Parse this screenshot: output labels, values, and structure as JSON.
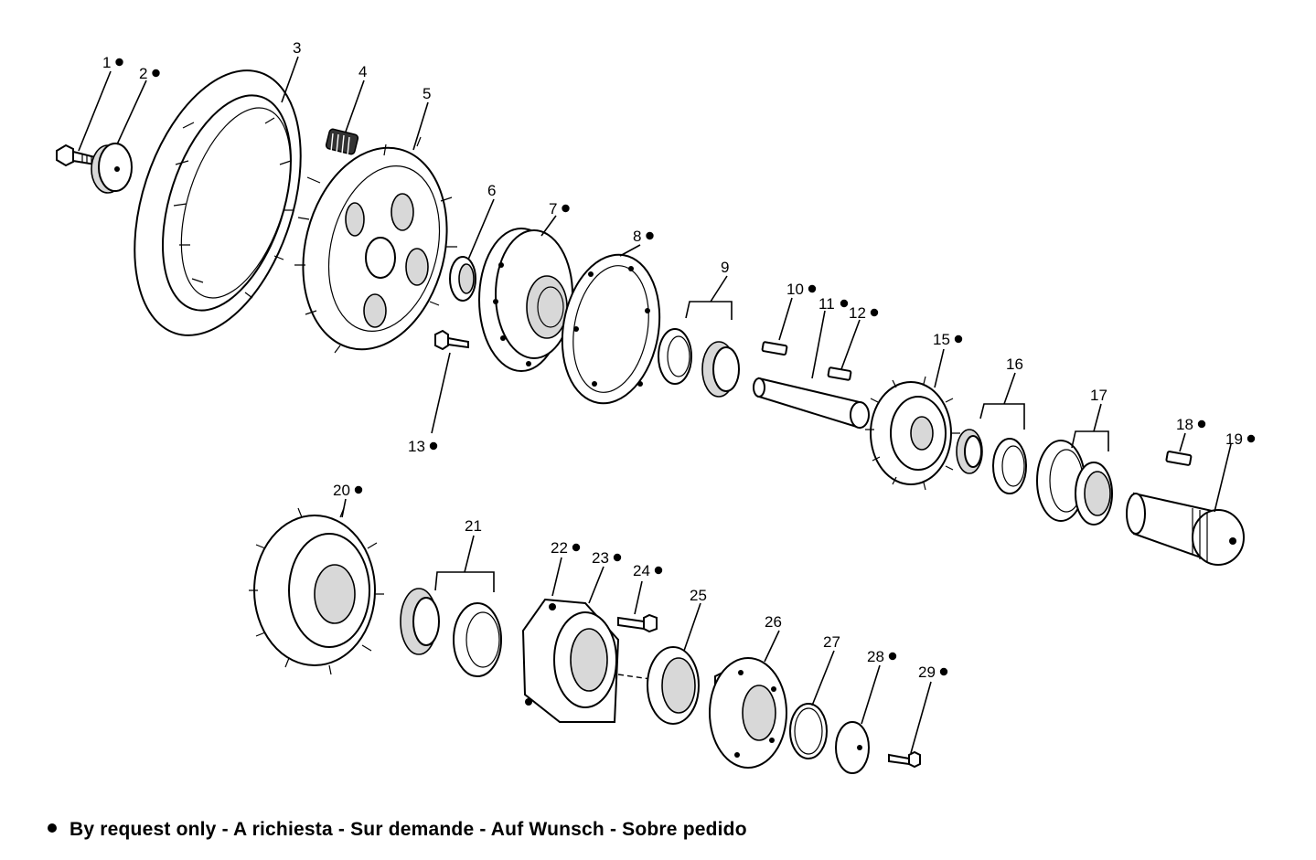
{
  "callouts": [
    {
      "num": "1",
      "by_request": true
    },
    {
      "num": "2",
      "by_request": true
    },
    {
      "num": "3",
      "by_request": false
    },
    {
      "num": "4",
      "by_request": false
    },
    {
      "num": "5",
      "by_request": false
    },
    {
      "num": "6",
      "by_request": false
    },
    {
      "num": "7",
      "by_request": true
    },
    {
      "num": "8",
      "by_request": true
    },
    {
      "num": "9",
      "by_request": false
    },
    {
      "num": "10",
      "by_request": true
    },
    {
      "num": "11",
      "by_request": true
    },
    {
      "num": "12",
      "by_request": true
    },
    {
      "num": "13",
      "by_request": true
    },
    {
      "num": "15",
      "by_request": true
    },
    {
      "num": "16",
      "by_request": false
    },
    {
      "num": "17",
      "by_request": false
    },
    {
      "num": "18",
      "by_request": true
    },
    {
      "num": "19",
      "by_request": true
    },
    {
      "num": "20",
      "by_request": true
    },
    {
      "num": "21",
      "by_request": false
    },
    {
      "num": "22",
      "by_request": true
    },
    {
      "num": "23",
      "by_request": true
    },
    {
      "num": "24",
      "by_request": true
    },
    {
      "num": "25",
      "by_request": false
    },
    {
      "num": "26",
      "by_request": false
    },
    {
      "num": "27",
      "by_request": false
    },
    {
      "num": "28",
      "by_request": true
    },
    {
      "num": "29",
      "by_request": true
    }
  ],
  "legend": {
    "text": "By request only - A richiesta - Sur demande - Auf Wunsch - Sobre pedido"
  }
}
